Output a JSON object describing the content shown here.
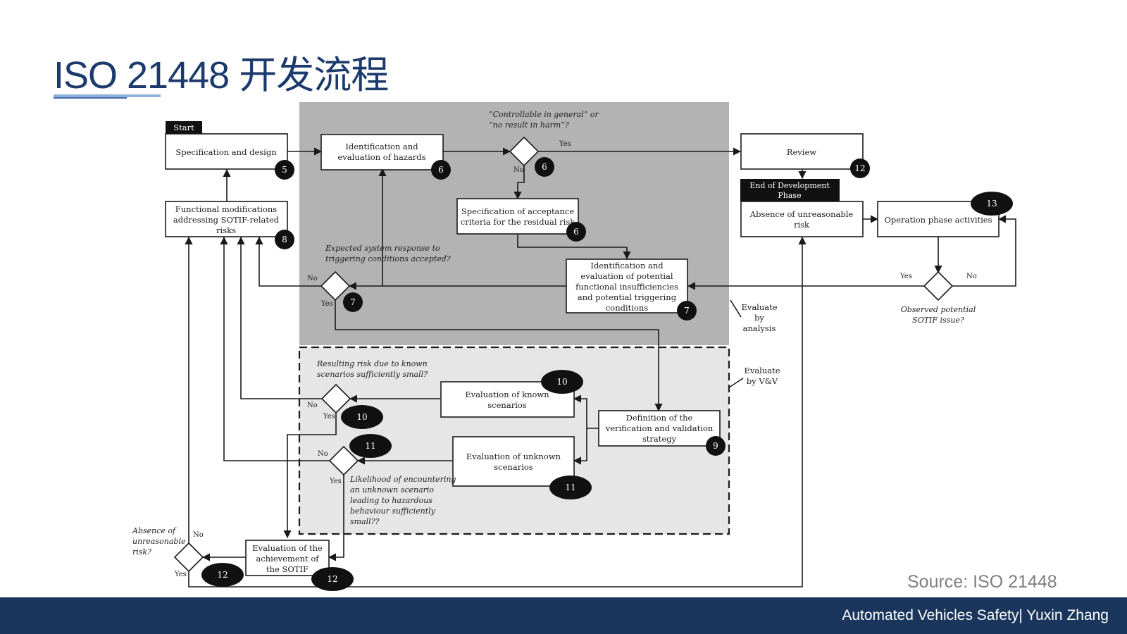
{
  "title": "ISO 21448 开发流程",
  "source": "Source: ISO 21448",
  "footer": "Automated Vehicles Safety| Yuxin Zhang",
  "colors": {
    "title": "#1c3a6b",
    "footer_bg": "#1a365d",
    "analysis_region": "#b3b3b3",
    "vv_region": "#e6e6e6"
  },
  "diagram": {
    "start_label": "Start",
    "end_label": [
      "End of Development",
      "Phase"
    ],
    "boxes": {
      "spec_design": [
        "Specification and design"
      ],
      "hazards": [
        "Identification and",
        "evaluation of hazards"
      ],
      "review": [
        "Review"
      ],
      "acceptance": [
        "Specification of acceptance",
        "criteria for the residual risk"
      ],
      "func_mod": [
        "Functional modifications",
        "addressing SOTIF-related",
        "risks"
      ],
      "absence": [
        "Absence of unreasonable",
        "risk"
      ],
      "operation": [
        "Operation phase activities"
      ],
      "insufficiencies": [
        "Identification and",
        "evaluation of potential",
        "functional insufficiencies",
        "and potential triggering",
        "conditions"
      ],
      "known": [
        "Evaluation of known",
        "scenarios"
      ],
      "vv_strategy": [
        "Definition of the",
        "verification and validation",
        "strategy"
      ],
      "unknown": [
        "Evaluation of unknown",
        "scenarios"
      ],
      "achievement": [
        "Evaluation of the",
        "achievement of",
        "the SOTIF"
      ]
    },
    "questions": {
      "controllable": [
        "“Controllable in general” or",
        "“no result in harm”?"
      ],
      "expected": [
        "Expected system response to",
        "triggering conditions accepted?"
      ],
      "resulting": [
        "Resulting risk due to known",
        "scenarios sufficiently small?"
      ],
      "likelihood": [
        "Likelihood of encountering",
        "an unknown scenario",
        "leading to hazardous",
        "behaviour sufficiently",
        "small??"
      ],
      "absence_q": [
        "Absence of",
        "unreasonable",
        "risk?"
      ],
      "observed": [
        "Observed potential",
        "SOTIF issue?"
      ]
    },
    "region_labels": {
      "analysis": [
        "Evaluate",
        "by",
        "analysis"
      ],
      "vv": [
        "Evaluate",
        "by V&V"
      ]
    },
    "yes": "Yes",
    "no": "No",
    "badges": {
      "spec_design": "5",
      "hazards": "6",
      "controllable": "6",
      "acceptance": "6",
      "review": "12",
      "operation": "13",
      "func_mod": "8",
      "expected": "7",
      "insufficiencies": "7",
      "known": "10",
      "resulting": "10",
      "unknown_q": "11",
      "unknown": "11",
      "vv_strategy": "9",
      "absence_q": "12",
      "achievement": "12"
    }
  }
}
